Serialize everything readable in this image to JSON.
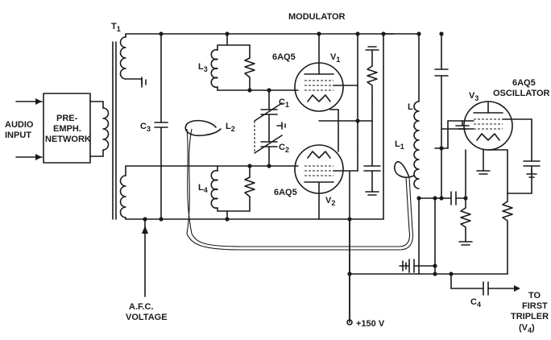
{
  "labels": {
    "modulator": "MODULATOR",
    "t1": "T",
    "t1_sub": "1",
    "audio_1": "AUDIO",
    "audio_2": "INPUT",
    "net_1": "PRE-",
    "net_2": "EMPH.",
    "net_3": "NETWORK",
    "c3": "C",
    "c3_sub": "3",
    "l3": "L",
    "l3_sub": "3",
    "l4": "L",
    "l4_sub": "4",
    "l2": "L",
    "l2_sub": "2",
    "c1": "C",
    "c1_sub": "1",
    "c2": "C",
    "c2_sub": "2",
    "v1_tube": "6AQ5",
    "v1": "V",
    "v1_sub": "1",
    "v2_tube": "6AQ5",
    "v2": "V",
    "v2_sub": "2",
    "l": "L",
    "l1": "L",
    "l1_sub": "1",
    "v3": "V",
    "v3_sub": "3",
    "osc_1": "6AQ5",
    "osc_2": "OSCILLATOR",
    "c4": "C",
    "c4_sub": "4",
    "afc_1": "A.F.C.",
    "afc_2": "VOLTAGE",
    "b_plus": "+150 V",
    "to_1": "TO",
    "to_2": "FIRST",
    "to_3": "TRIPLER",
    "to_4": "(V",
    "to_4_sub": "4",
    "to_4_end": ")"
  }
}
